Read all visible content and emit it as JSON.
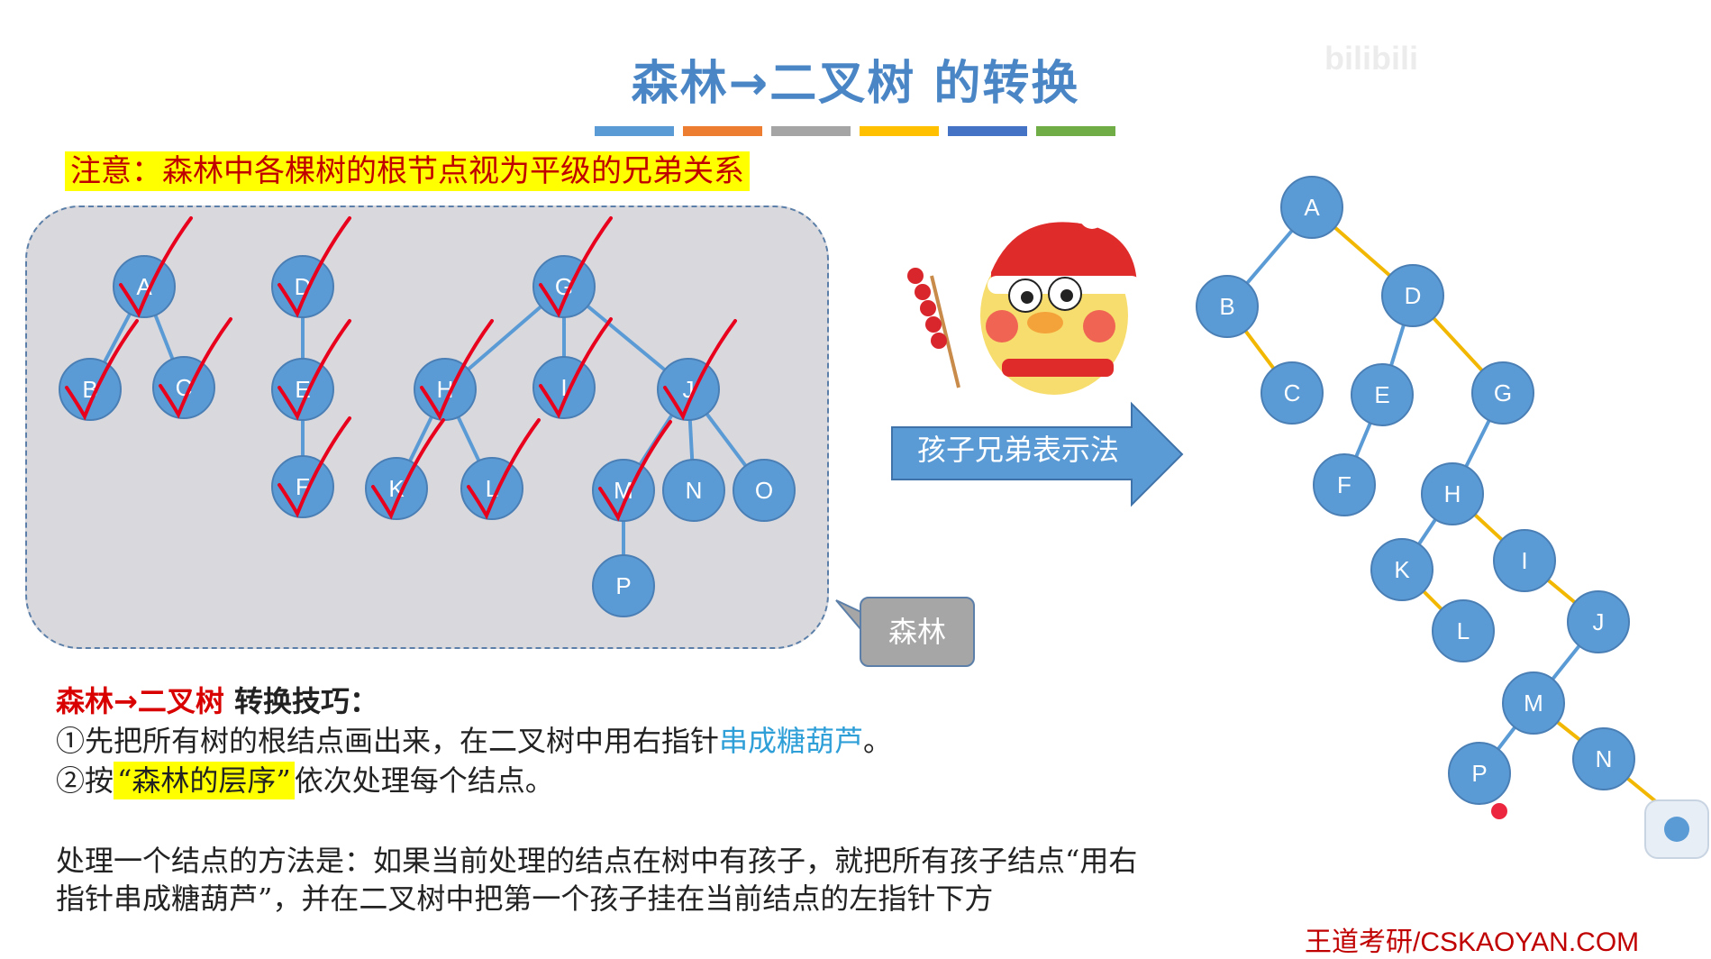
{
  "title": "森林→二叉树 的转换",
  "note": "注意：森林中各棵树的根节点视为平级的兄弟关系",
  "colors": {
    "node_fill": "#5b9bd5",
    "node_stroke": "#4a7fb5",
    "left_edge": "#5b9bd5",
    "right_edge": "#f2b700",
    "check": "#e8001c",
    "title": "#4a86c6",
    "bars": [
      "#5b9bd5",
      "#ed7d31",
      "#a5a5a5",
      "#ffc000",
      "#4472c4",
      "#70ad47"
    ]
  },
  "forest": {
    "nodes": [
      {
        "id": "A",
        "label": "A"
      },
      {
        "id": "B",
        "label": "B"
      },
      {
        "id": "C",
        "label": "C"
      },
      {
        "id": "D",
        "label": "D"
      },
      {
        "id": "E",
        "label": "E"
      },
      {
        "id": "F",
        "label": "F"
      },
      {
        "id": "G",
        "label": "G"
      },
      {
        "id": "H",
        "label": "H"
      },
      {
        "id": "I",
        "label": "I"
      },
      {
        "id": "J",
        "label": "J"
      },
      {
        "id": "K",
        "label": "K"
      },
      {
        "id": "L",
        "label": "L"
      },
      {
        "id": "M",
        "label": "M"
      },
      {
        "id": "N",
        "label": "N"
      },
      {
        "id": "O",
        "label": "O"
      },
      {
        "id": "P",
        "label": "P"
      }
    ],
    "edges": [
      [
        "A",
        "B"
      ],
      [
        "A",
        "C"
      ],
      [
        "D",
        "E"
      ],
      [
        "E",
        "F"
      ],
      [
        "G",
        "H"
      ],
      [
        "G",
        "I"
      ],
      [
        "G",
        "J"
      ],
      [
        "H",
        "K"
      ],
      [
        "H",
        "L"
      ],
      [
        "J",
        "M"
      ],
      [
        "J",
        "N"
      ],
      [
        "J",
        "O"
      ],
      [
        "M",
        "P"
      ]
    ],
    "checked": [
      "A",
      "B",
      "C",
      "D",
      "E",
      "F",
      "G",
      "H",
      "I",
      "J",
      "K",
      "L",
      "M"
    ]
  },
  "forest_label": "森林",
  "arrow_label": "孩子兄弟表示法",
  "binary_tree": {
    "nodes": [
      {
        "id": "A",
        "label": "A"
      },
      {
        "id": "B",
        "label": "B"
      },
      {
        "id": "D",
        "label": "D"
      },
      {
        "id": "C",
        "label": "C"
      },
      {
        "id": "E",
        "label": "E"
      },
      {
        "id": "G",
        "label": "G"
      },
      {
        "id": "F",
        "label": "F"
      },
      {
        "id": "H",
        "label": "H"
      },
      {
        "id": "K",
        "label": "K"
      },
      {
        "id": "I",
        "label": "I"
      },
      {
        "id": "L",
        "label": "L"
      },
      {
        "id": "J",
        "label": "J"
      },
      {
        "id": "M",
        "label": "M"
      },
      {
        "id": "P",
        "label": "P"
      },
      {
        "id": "N",
        "label": "N"
      }
    ],
    "left_edges": [
      [
        "A",
        "B"
      ],
      [
        "D",
        "E"
      ],
      [
        "E",
        "F"
      ],
      [
        "G",
        "H"
      ],
      [
        "H",
        "K"
      ],
      [
        "J",
        "M"
      ],
      [
        "M",
        "P"
      ]
    ],
    "right_edges": [
      [
        "A",
        "D"
      ],
      [
        "B",
        "C"
      ],
      [
        "D",
        "G"
      ],
      [
        "H",
        "I"
      ],
      [
        "K",
        "L"
      ],
      [
        "I",
        "J"
      ],
      [
        "M",
        "N"
      ]
    ]
  },
  "tips": {
    "heading_red": "森林→二叉树",
    "heading_rest": " 转换技巧：",
    "step1_prefix": "①先把所有树的根结点画出来，在二叉树中用右指针",
    "step1_blue": "串成糖葫芦",
    "step1_suffix": "。",
    "step2_prefix": "②按",
    "step2_highlight": "“森林的层序”",
    "step2_suffix": "依次处理每个结点。"
  },
  "method": {
    "line1": "处理一个结点的方法是：如果当前处理的结点在树中有孩子，就把所有孩子结点“用右",
    "line2": "指针串成糖葫芦”，并在二叉树中把第一个孩子挂在当前结点的左指针下方"
  },
  "footer": "王道考研/CSKAOYAN.COM",
  "watermark": "bilibili"
}
